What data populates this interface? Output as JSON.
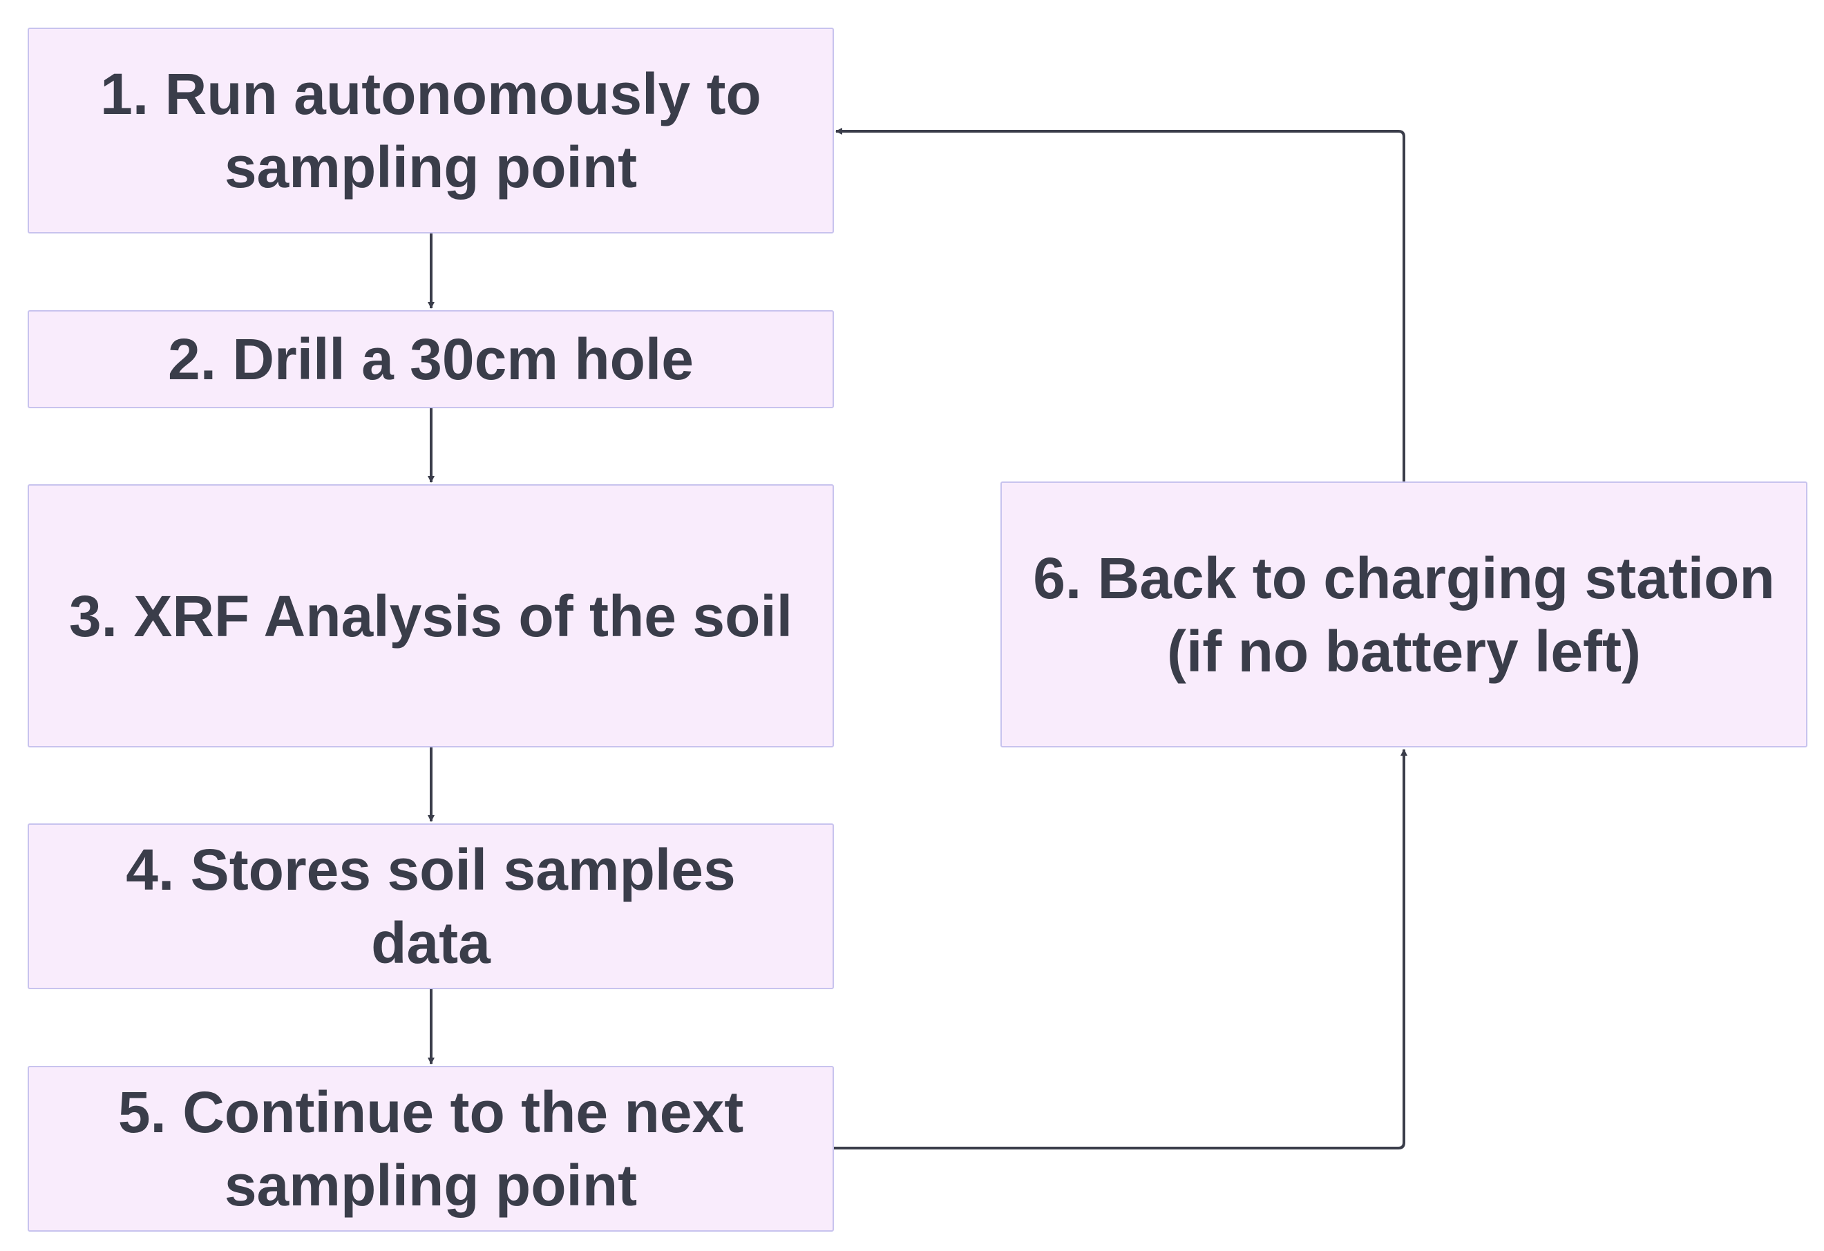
{
  "diagram": {
    "colors": {
      "node_fill": "#f9ecfc",
      "node_border": "#c8c3ee",
      "text": "#3a3d4a",
      "connector": "#3a3d4a"
    },
    "nodes": [
      {
        "id": "n1",
        "lines": [
          "1. Run autonomously to",
          "sampling point"
        ]
      },
      {
        "id": "n2",
        "lines": [
          "2. Drill a 30cm hole"
        ]
      },
      {
        "id": "n3",
        "lines": [
          "3. XRF Analysis of the soil"
        ]
      },
      {
        "id": "n4",
        "lines": [
          "4. Stores soil samples",
          "data"
        ]
      },
      {
        "id": "n5",
        "lines": [
          "5. Continue to the next",
          "sampling point"
        ]
      },
      {
        "id": "n6",
        "lines": [
          "6. Back to charging station",
          "(if no battery left)"
        ]
      }
    ],
    "edges": [
      {
        "from": "n1",
        "to": "n2"
      },
      {
        "from": "n2",
        "to": "n3"
      },
      {
        "from": "n3",
        "to": "n4"
      },
      {
        "from": "n4",
        "to": "n5"
      },
      {
        "from": "n5",
        "to": "n6"
      },
      {
        "from": "n6",
        "to": "n1"
      }
    ]
  }
}
